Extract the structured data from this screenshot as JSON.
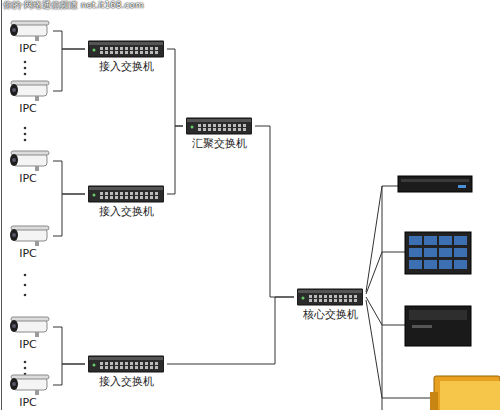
{
  "diagram": {
    "nodes": [
      {
        "text": [
          "IPC"
        ]
      },
      {
        "text": [
          "IPC"
        ]
      },
      {
        "text": [
          "接入交换机"
        ]
      },
      {
        "text": [
          "汇聚交换机"
        ]
      },
      {
        "text": [
          "IPC"
        ]
      },
      {
        "text": [
          "IPC"
        ]
      },
      {
        "text": [
          "接入交换机"
        ]
      },
      {
        "text": [
          "核心交换机"
        ]
      },
      {
        "text": [
          "IPC"
        ]
      },
      {
        "text": [
          "IPC"
        ]
      },
      {
        "text": [
          "接入交换机"
        ]
      }
    ],
    "edges": [
      {
        "from": 0,
        "to": 2,
        "arrow": "none"
      },
      {
        "from": 1,
        "to": 2,
        "arrow": "none"
      },
      {
        "from": 2,
        "to": 3,
        "arrow": "none"
      },
      {
        "from": 4,
        "to": 6,
        "arrow": "none"
      },
      {
        "from": 5,
        "to": 6,
        "arrow": "none"
      },
      {
        "from": 6,
        "to": 3,
        "arrow": "none"
      },
      {
        "from": 3,
        "to": 7,
        "arrow": "none"
      },
      {
        "from": 8,
        "to": 10,
        "arrow": "none"
      },
      {
        "from": 9,
        "to": 10,
        "arrow": "none"
      },
      {
        "from": 10,
        "to": 7,
        "arrow": "none"
      }
    ],
    "labels": [
      "你的·网络通信频道 net.it168.com"
    ]
  }
}
